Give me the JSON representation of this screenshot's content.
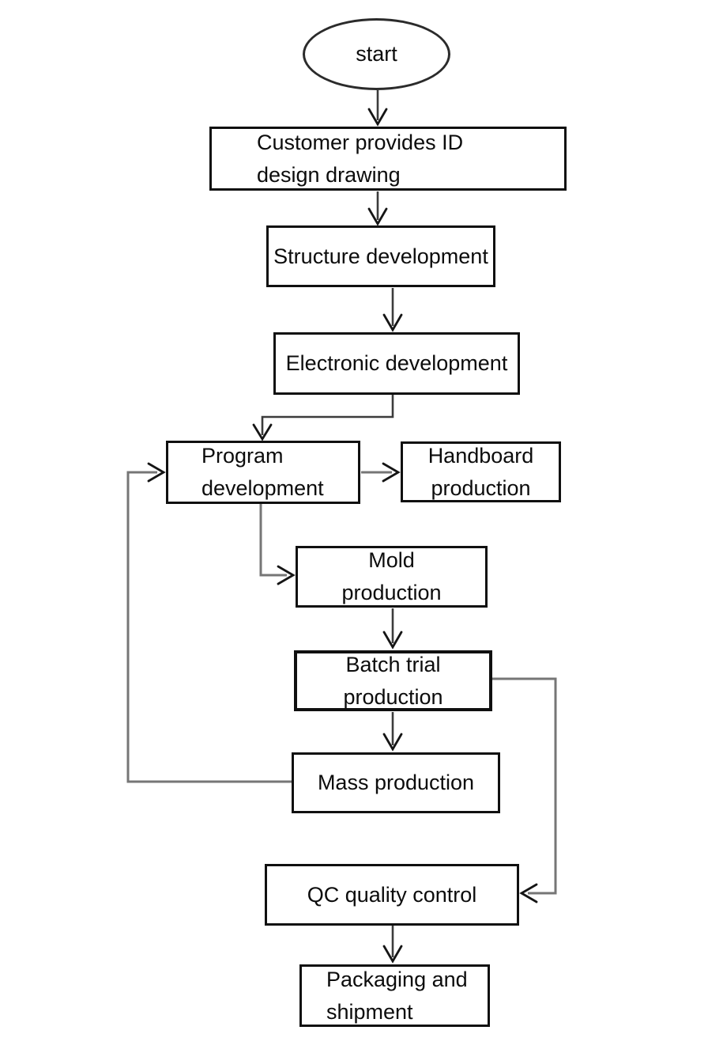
{
  "flowchart": {
    "nodes": {
      "start": {
        "label": "start",
        "shape": "ellipse"
      },
      "customer": {
        "line1": "Customer provides ID",
        "line2": "design drawing"
      },
      "structure": {
        "label": "Structure development"
      },
      "electronic": {
        "label": "Electronic development"
      },
      "program": {
        "line1": "Program",
        "line2": "development"
      },
      "handboard": {
        "line1": "Handboard",
        "line2": "production"
      },
      "mold": {
        "line1": "Mold",
        "line2": "production"
      },
      "batch": {
        "line1": "Batch trial",
        "line2": "production"
      },
      "mass": {
        "label": "Mass production"
      },
      "qc": {
        "label": "QC quality control"
      },
      "packaging": {
        "line1": "Packaging and",
        "line2": "shipment"
      }
    },
    "edges": [
      {
        "from": "start",
        "to": "customer"
      },
      {
        "from": "customer",
        "to": "structure"
      },
      {
        "from": "structure",
        "to": "electronic"
      },
      {
        "from": "electronic",
        "to": "program"
      },
      {
        "from": "program",
        "to": "handboard"
      },
      {
        "from": "program",
        "to": "mold"
      },
      {
        "from": "mold",
        "to": "batch"
      },
      {
        "from": "batch",
        "to": "mass"
      },
      {
        "from": "mass",
        "to": "program",
        "note": "feedback loop"
      },
      {
        "from": "batch",
        "to": "qc"
      },
      {
        "from": "qc",
        "to": "packaging"
      }
    ],
    "colors": {
      "line_dark": "#3c3c3c",
      "line_gray": "#767676",
      "arrowhead": "#151515",
      "border": "#101010",
      "background": "#ffffff"
    }
  }
}
